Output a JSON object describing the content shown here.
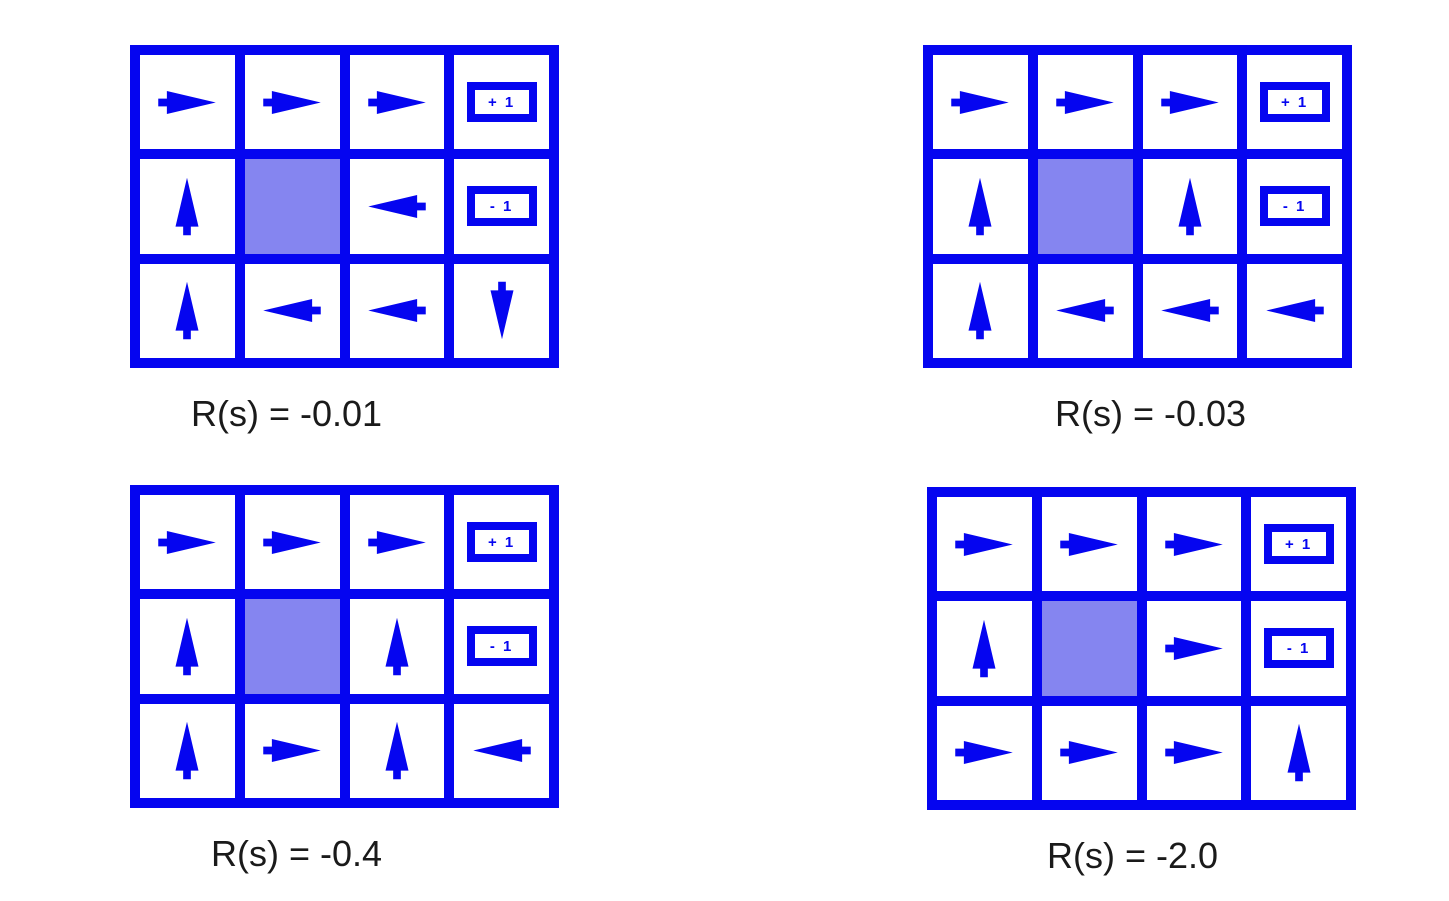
{
  "colors": {
    "blue": "#0505f0",
    "wall_fill": "#8585f0",
    "cell_fill": "#ffffff",
    "caption_text": "#1a1a1a",
    "background": "#ffffff"
  },
  "terminals": {
    "positive_label": "+ 1",
    "negative_label": "- 1"
  },
  "grids": [
    {
      "caption": "R(s) = -0.01",
      "cells": [
        [
          "right",
          "right",
          "right",
          "plus"
        ],
        [
          "up",
          "wall",
          "left",
          "minus"
        ],
        [
          "up",
          "left",
          "left",
          "down"
        ]
      ]
    },
    {
      "caption": "R(s) = -0.03",
      "cells": [
        [
          "right",
          "right",
          "right",
          "plus"
        ],
        [
          "up",
          "wall",
          "up",
          "minus"
        ],
        [
          "up",
          "left",
          "left",
          "left"
        ]
      ]
    },
    {
      "caption": "R(s) = -0.4",
      "cells": [
        [
          "right",
          "right",
          "right",
          "plus"
        ],
        [
          "up",
          "wall",
          "up",
          "minus"
        ],
        [
          "up",
          "right",
          "up",
          "left"
        ]
      ]
    },
    {
      "caption": "R(s) = -2.0",
      "cells": [
        [
          "right",
          "right",
          "right",
          "plus"
        ],
        [
          "up",
          "wall",
          "right",
          "minus"
        ],
        [
          "right",
          "right",
          "right",
          "up"
        ]
      ]
    }
  ]
}
